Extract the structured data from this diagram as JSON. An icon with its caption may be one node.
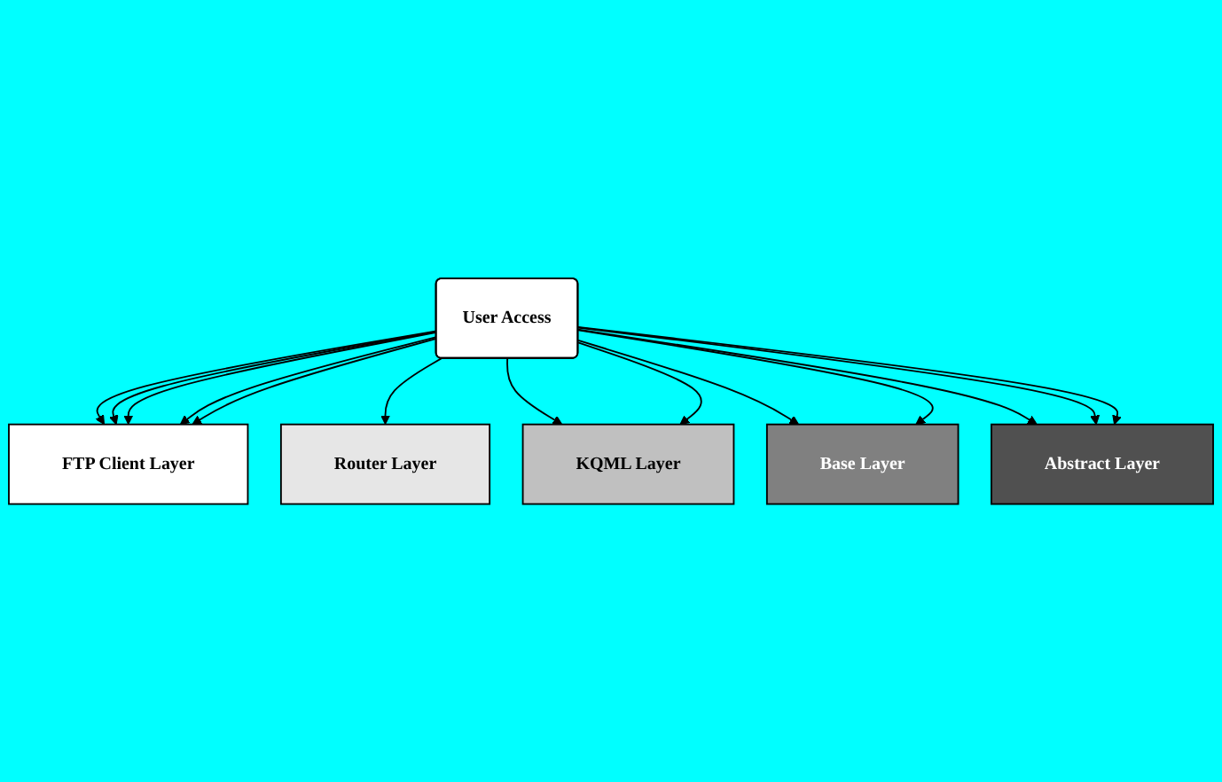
{
  "diagram": {
    "nodes": [
      {
        "text": [
          "User Access"
        ]
      },
      {
        "text": [
          "FTP Client Layer"
        ]
      },
      {
        "text": [
          "Router Layer"
        ]
      },
      {
        "text": [
          "KQML Layer"
        ]
      },
      {
        "text": [
          "Base Layer"
        ]
      },
      {
        "text": [
          "Abstract Layer"
        ]
      }
    ],
    "edges": [
      {
        "from": 0,
        "to": 1,
        "arrow": "to"
      },
      {
        "from": 0,
        "to": 1,
        "arrow": "to"
      },
      {
        "from": 0,
        "to": 1,
        "arrow": "to"
      },
      {
        "from": 0,
        "to": 1,
        "arrow": "to"
      },
      {
        "from": 0,
        "to": 1,
        "arrow": "to"
      },
      {
        "from": 0,
        "to": 2,
        "arrow": "to"
      },
      {
        "from": 0,
        "to": 3,
        "arrow": "to"
      },
      {
        "from": 0,
        "to": 3,
        "arrow": "to"
      },
      {
        "from": 0,
        "to": 4,
        "arrow": "to"
      },
      {
        "from": 0,
        "to": 4,
        "arrow": "to"
      },
      {
        "from": 0,
        "to": 5,
        "arrow": "to"
      },
      {
        "from": 0,
        "to": 5,
        "arrow": "to"
      },
      {
        "from": 0,
        "to": 5,
        "arrow": "to"
      }
    ]
  }
}
